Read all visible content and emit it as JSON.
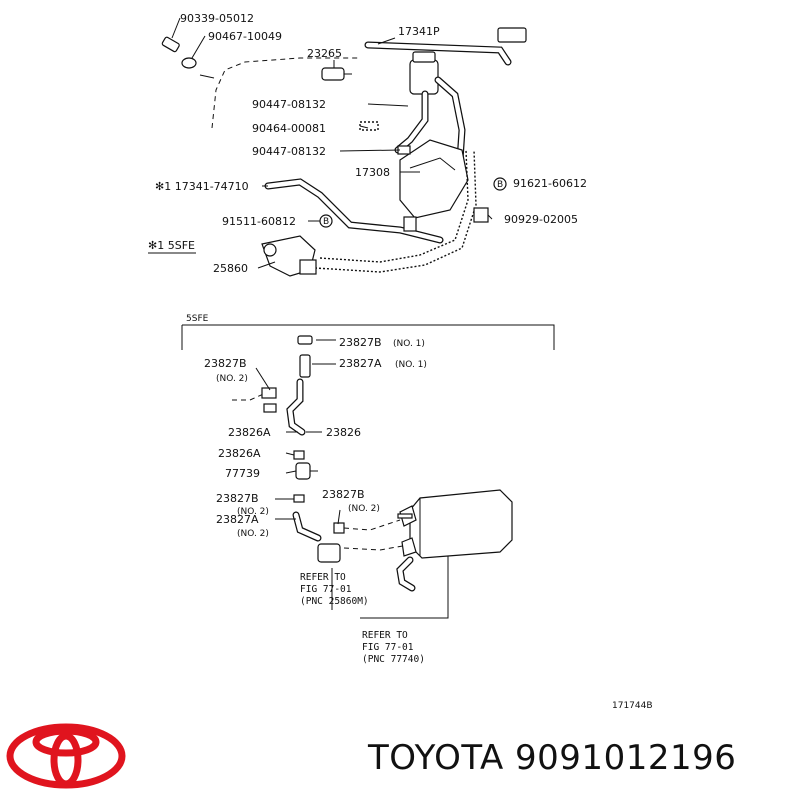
{
  "colors": {
    "ink": "#111111",
    "logo": "#e0141e",
    "background": "#ffffff"
  },
  "diagram": {
    "upper_labels": [
      "90339-05012",
      "90467-10049",
      "23265",
      "17341P",
      "90447-08132",
      "90464-00081",
      "90447-08132",
      "17308",
      "✻1 17341-74710",
      "91621-60612",
      "91511-60812",
      "90929-02005",
      "✻1 5SFE",
      "25860"
    ],
    "bolt_marker": "B",
    "section_label": "5SFE",
    "lower_labels": [
      "23827B",
      "(NO. 1)",
      "23827A",
      "(NO. 1)",
      "23827B",
      "(NO. 2)",
      "23826A",
      "23826",
      "23826A",
      "77739",
      "23827B",
      "(NO. 2)",
      "23827B",
      "(NO. 2)",
      "23827A",
      "(NO. 2)"
    ],
    "refer_1": [
      "REFER TO",
      "FIG 77-01",
      "(PNC 25860M)"
    ],
    "refer_2": [
      "REFER TO",
      "FIG 77-01",
      "(PNC 77740)"
    ],
    "figure_code": "171744B"
  },
  "footer": {
    "logo_icon": "toyota-logo-icon",
    "brand_text": "TOYOTA 9091012196"
  }
}
